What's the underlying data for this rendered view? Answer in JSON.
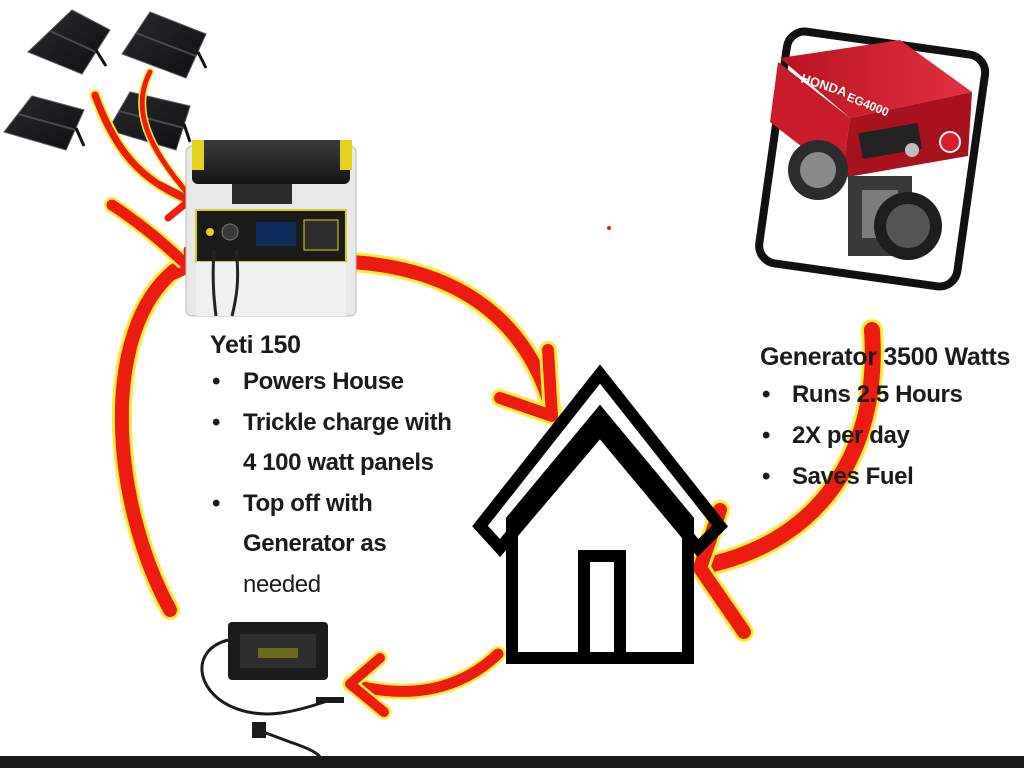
{
  "yeti": {
    "title": "Yeti 150",
    "bullets": [
      "Powers House",
      "Trickle charge with",
      "4 100 watt panels",
      "Top off with",
      "Generator as",
      "needed"
    ]
  },
  "generator": {
    "title": "Generator  3500 Watts",
    "bullets": [
      "Runs 2.5 Hours",
      "2X per day",
      "Saves Fuel"
    ],
    "brand_text": "HONDA",
    "model_text": "EG4000"
  },
  "colors": {
    "arrow": "#ee1c10",
    "arrow_outline": "#f6ee37",
    "house": "#000000",
    "generator_body": "#d61f2c",
    "panel": "#1c1c1e"
  },
  "icons": {
    "solar_panels": "solar-panel-icon",
    "power_station": "battery-station-icon",
    "generator": "generator-icon",
    "house": "house-icon",
    "charger": "charger-icon"
  }
}
